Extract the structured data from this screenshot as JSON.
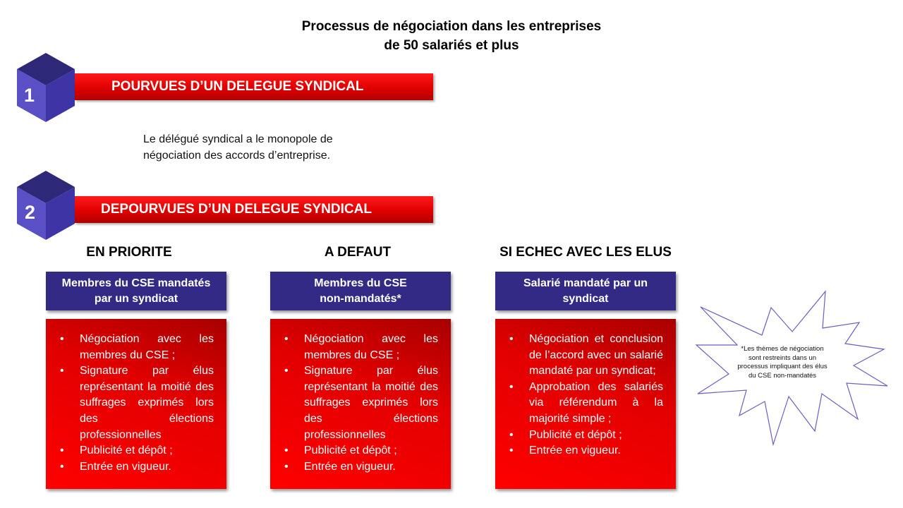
{
  "title": {
    "line1": "Processus de négociation dans les entreprises",
    "line2": "de 50 salariés et plus"
  },
  "section1": {
    "number": "1",
    "banner": "POURVUES D’UN DELEGUE SYNDICAL",
    "description_line1": "Le délégué syndical a le monopole de",
    "description_line2": "négociation des accords d’entreprise."
  },
  "section2": {
    "number": "2",
    "banner": "DEPOURVUES D’UN DELEGUE SYNDICAL"
  },
  "columns": [
    {
      "heading": "EN PRIORITE",
      "box_line1": "Membres du CSE mandatés",
      "box_line2": "par un syndicat",
      "bullets": [
        "Négociation avec les membres du CSE ;",
        "Signature par élus représentant la moitié des suffrages exprimés lors des élections professionnelles",
        "Publicité et dépôt ;",
        "Entrée en vigueur."
      ]
    },
    {
      "heading": "A DEFAUT",
      "box_line1": "Membres du CSE",
      "box_line2": "non-mandatés*",
      "bullets": [
        "Négociation avec les membres du CSE ;",
        "Signature par élus représentant la moitié des suffrages exprimés lors des élections professionnelles",
        "Publicité et dépôt ;",
        "Entrée en vigueur."
      ]
    },
    {
      "heading": "SI ECHEC AVEC LES ELUS",
      "box_line1": "Salarié mandaté par un",
      "box_line2": "syndicat",
      "bullets": [
        "Négociation et conclusion de l’accord avec un salarié mandaté par un syndicat;",
        "Approbation des salariés via référendum à la majorité simple ;",
        "Publicité et dépôt ;",
        "Entrée en vigueur."
      ]
    }
  ],
  "note": {
    "line1": "*Les thèmes de négociation",
    "line2": "sont restreints dans un",
    "line3": "processus impliquant des élus",
    "line4": "du CSE non-mandatés"
  },
  "colors": {
    "navy": "#332a85",
    "red": "#e00000",
    "star_stroke": "#6a5fc0"
  }
}
